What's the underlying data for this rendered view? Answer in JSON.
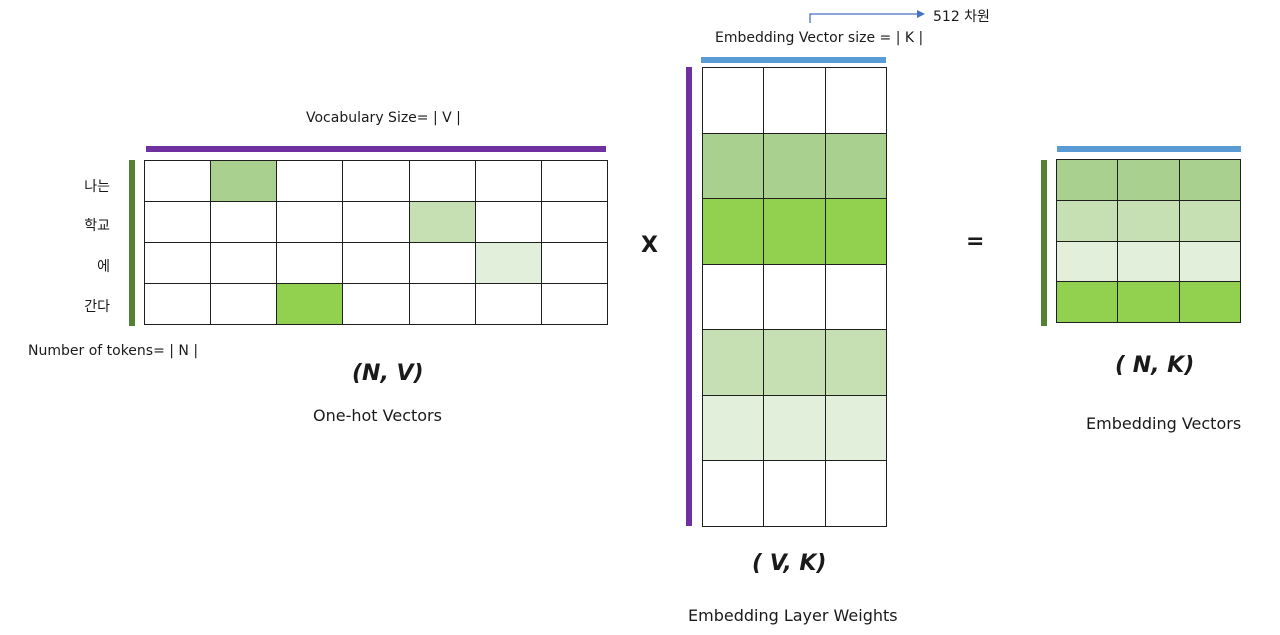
{
  "colors": {
    "purple": "#7030a0",
    "blue": "#5b9bd5",
    "dark_green": "#548235",
    "arrow_blue": "#4472c4",
    "grid_line": "#1f1f1f",
    "shade_0": "#ffffff",
    "shade_1": "#a9d08e",
    "shade_2": "#c6e0b4",
    "shade_3": "#e2efda",
    "shade_4": "#92d050"
  },
  "onehot": {
    "size_label": "Vocabulary Size= | V |",
    "tokens_label": "Number of tokens= | N |",
    "dims": "(N, V)",
    "caption": "One-hot Vectors",
    "row_labels": [
      "나는",
      "학교",
      "에",
      "간다"
    ],
    "cols": 7,
    "cells": [
      [
        0,
        1,
        0,
        0,
        0,
        0,
        0
      ],
      [
        0,
        0,
        0,
        0,
        2,
        0,
        0
      ],
      [
        0,
        0,
        0,
        0,
        0,
        3,
        0
      ],
      [
        0,
        0,
        4,
        0,
        0,
        0,
        0
      ]
    ]
  },
  "operator_multiply": "X",
  "operator_equals": "=",
  "weights": {
    "size_label": "Embedding Vector size = | K |",
    "arrow_note": "512 차원",
    "dims": "( V, K)",
    "caption": "Embedding Layer Weights",
    "cols": 3,
    "row_shades": [
      0,
      1,
      4,
      0,
      2,
      3,
      0
    ]
  },
  "result": {
    "dims": "( N, K)",
    "caption": "Embedding Vectors",
    "cols": 3,
    "row_shades": [
      1,
      2,
      3,
      4
    ]
  }
}
